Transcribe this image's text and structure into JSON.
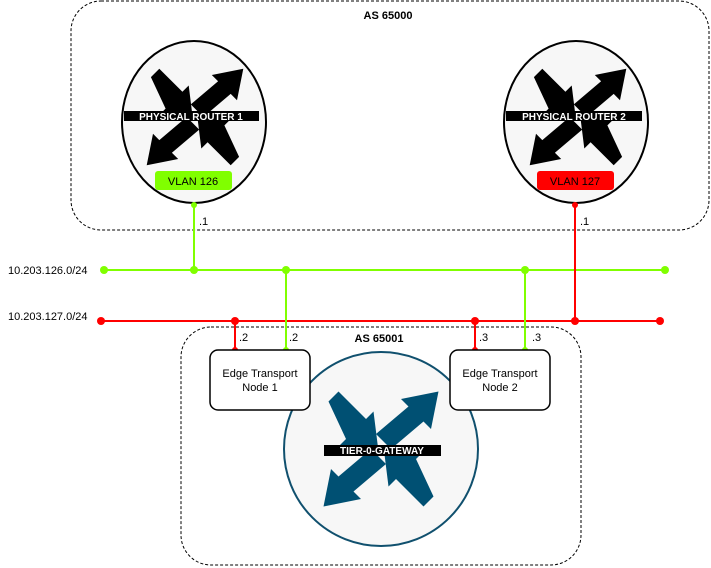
{
  "colors": {
    "vlan126": "#80FF00",
    "vlan127": "#FF0000",
    "router_arrows": "#000000",
    "gateway_arrows": "#005073",
    "gateway_border": "#10506E",
    "router_fill": "#F7F7F7",
    "router_label_bg": "#000000"
  },
  "as_groups": [
    {
      "label": "AS 65000"
    },
    {
      "label": "AS 65001"
    }
  ],
  "physical_routers": [
    {
      "name": "PHYSICAL ROUTER 1",
      "vlan": "VLAN 126",
      "vlan_color": "#80FF00",
      "ip_suffix": ".1"
    },
    {
      "name": "PHYSICAL ROUTER 2",
      "vlan": "VLAN 127",
      "vlan_color": "#FF0000",
      "ip_suffix": ".1"
    }
  ],
  "networks": [
    {
      "cidr": "10.203.126.0/24",
      "color": "#80FF00"
    },
    {
      "cidr": "10.203.127.0/24",
      "color": "#FF0000"
    }
  ],
  "edge_nodes": [
    {
      "line1": "Edge Transport",
      "line2": "Node 1",
      "ip_127": ".2",
      "ip_126": ".2"
    },
    {
      "line1": "Edge Transport",
      "line2": "Node 2",
      "ip_127": ".3",
      "ip_126": ".3"
    }
  ],
  "gateway": {
    "name": "TIER-0-GATEWAY"
  }
}
